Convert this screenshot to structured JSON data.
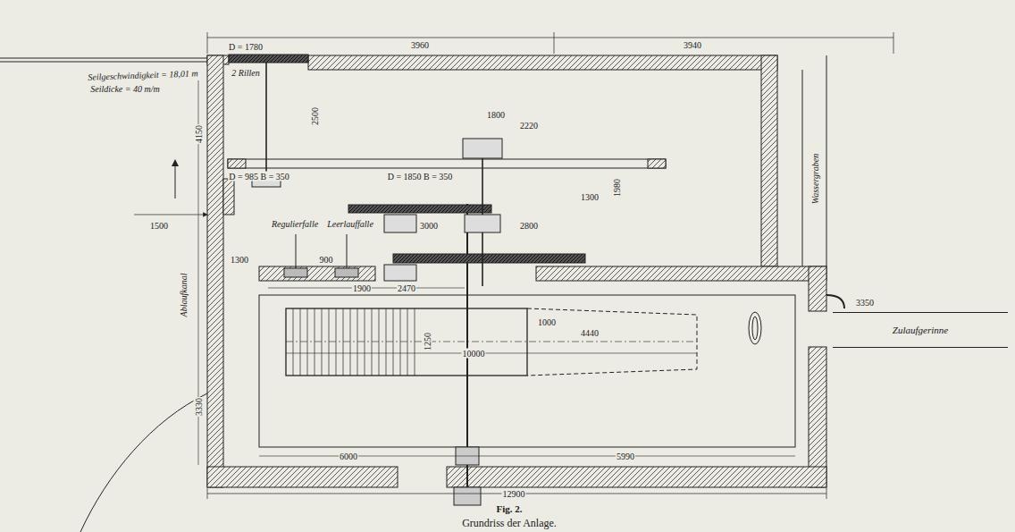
{
  "diagram": {
    "title": "Fig. 2.",
    "caption": "Grundriss der Anlage.",
    "nodes": [
      {
        "text": [
          "Zulaufgerinne"
        ]
      }
    ],
    "labels": [
      "3960",
      "3940",
      "Seilgeschwindigkeit = 18,01 m",
      "Seildicke = 40 m/m",
      "D = 1780",
      "2 Rillen",
      "D = 985  B = 350",
      "D = 1850  B = 350",
      "1800",
      "2220",
      "2500",
      "1980",
      "1300",
      "3000",
      "2800",
      "Regulierfalle",
      "Leerlauffalle",
      "1300",
      "900",
      "1900",
      "2470",
      "4150",
      "1500",
      "Ablaufkanal",
      "3330",
      "4440",
      "1000",
      "10000",
      "1250",
      "6000",
      "5990",
      "3350",
      "Wassergraben",
      "12900"
    ]
  }
}
